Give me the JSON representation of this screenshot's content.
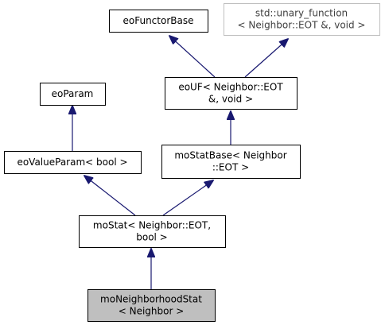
{
  "colors": {
    "edge": "#191970",
    "node_border": "#000000",
    "external_border": "#bfbfbf",
    "current_fill": "#bfbfbf",
    "node_fill": "#ffffff",
    "text": "#000000",
    "external_text": "#404040"
  },
  "nodes": {
    "eoFunctorBase": {
      "lines": [
        "eoFunctorBase"
      ]
    },
    "stdUnaryFunction": {
      "lines": [
        "std::unary_function",
        "< Neighbor::EOT &, void >"
      ]
    },
    "eoParam": {
      "lines": [
        "eoParam"
      ]
    },
    "eoUF": {
      "lines": [
        "eoUF< Neighbor::EOT",
        "&, void >"
      ]
    },
    "eoValueParam": {
      "lines": [
        "eoValueParam< bool >"
      ]
    },
    "moStatBase": {
      "lines": [
        "moStatBase< Neighbor",
        "::EOT >"
      ]
    },
    "moStat": {
      "lines": [
        "moStat< Neighbor::EOT,",
        "bool >"
      ]
    },
    "moNeighborhoodStat": {
      "lines": [
        "moNeighborhoodStat",
        "< Neighbor >"
      ]
    }
  }
}
